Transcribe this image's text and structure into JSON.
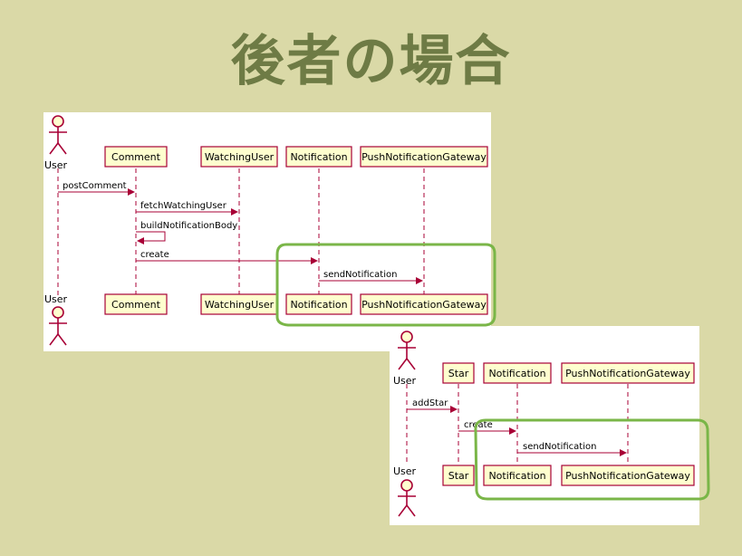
{
  "slide": {
    "title": "後者の場合"
  },
  "diagram1": {
    "actor": "User",
    "participants": [
      "Comment",
      "WatchingUser",
      "Notification",
      "PushNotificationGateway"
    ],
    "messages": [
      "postComment",
      "fetchWatchingUser",
      "buildNotificationBody",
      "create",
      "sendNotification"
    ]
  },
  "diagram2": {
    "actor": "User",
    "participants": [
      "Star",
      "Notification",
      "PushNotificationGateway"
    ],
    "messages": [
      "addStar",
      "create",
      "sendNotification"
    ]
  },
  "colors": {
    "background": "#dad9a7",
    "title": "#6e7b45",
    "lines": "#a80036",
    "box_fill": "#fefece",
    "highlight": "#7ab648"
  }
}
